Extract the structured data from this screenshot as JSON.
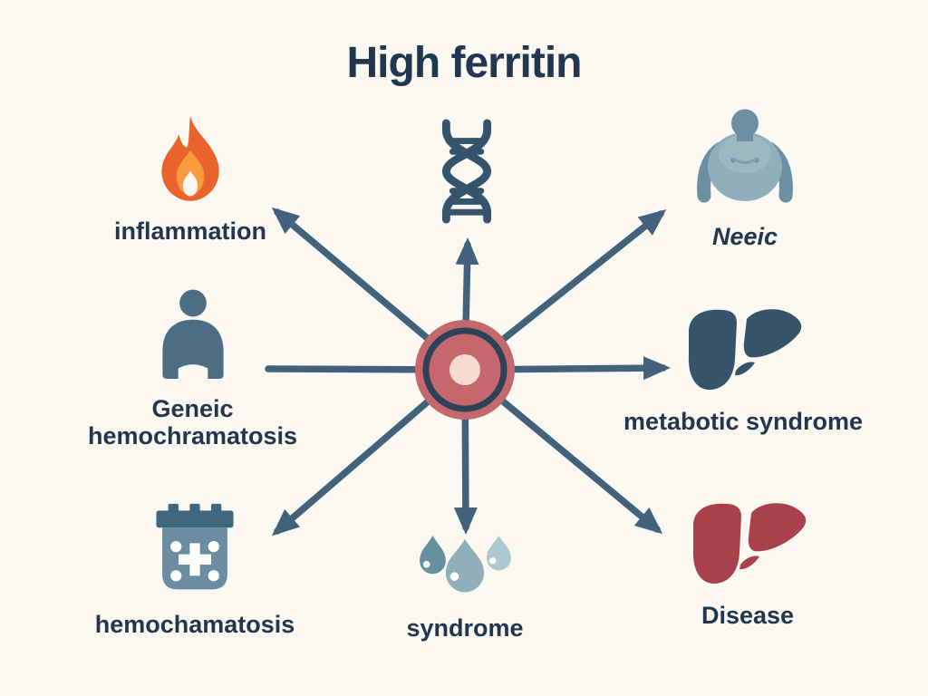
{
  "title": "High ferritin",
  "colors": {
    "background": "#faf8f1",
    "text": "#22374f",
    "arrow": "#44617c",
    "hub_outer": "#c4686c",
    "hub_ring": "#2e4156",
    "hub_center": "#f8d9cf",
    "flame_outer": "#e8642c",
    "flame_inner": "#f79b3e",
    "slate_icon": "#35536b",
    "blue_gray_icon": "#6b8ca1",
    "blue_gray_dark": "#3f6880",
    "obese_body": "#8fafba",
    "obese_dark": "#6d8fa2",
    "drop_dark": "#67909f",
    "drop_medium": "#8fb0b8",
    "drop_light": "#aec9ce",
    "liver_red": "#a8414c"
  },
  "hub": {
    "name": "high-ferritin-hub"
  },
  "nodes": [
    {
      "id": "inflammation",
      "label": "inflammation",
      "icon": "flame-icon"
    },
    {
      "id": "genetic",
      "label_line1": "Geneic",
      "label_line2": "hemochramatosis",
      "icon": "person-icon"
    },
    {
      "id": "hemochromatosis",
      "label": "hemochamatosis",
      "icon": "first-aid-kit-icon"
    },
    {
      "id": "dna",
      "label": "",
      "icon": "dna-icon"
    },
    {
      "id": "syndrome",
      "label": "syndrome",
      "icon": "water-drops-icon"
    },
    {
      "id": "obesity",
      "label": "Neeic",
      "icon": "obese-person-icon"
    },
    {
      "id": "metabolic",
      "label": "metabotic syndrome",
      "icon": "liver-icon"
    },
    {
      "id": "disease",
      "label": "Disease",
      "icon": "red-liver-icon"
    }
  ]
}
